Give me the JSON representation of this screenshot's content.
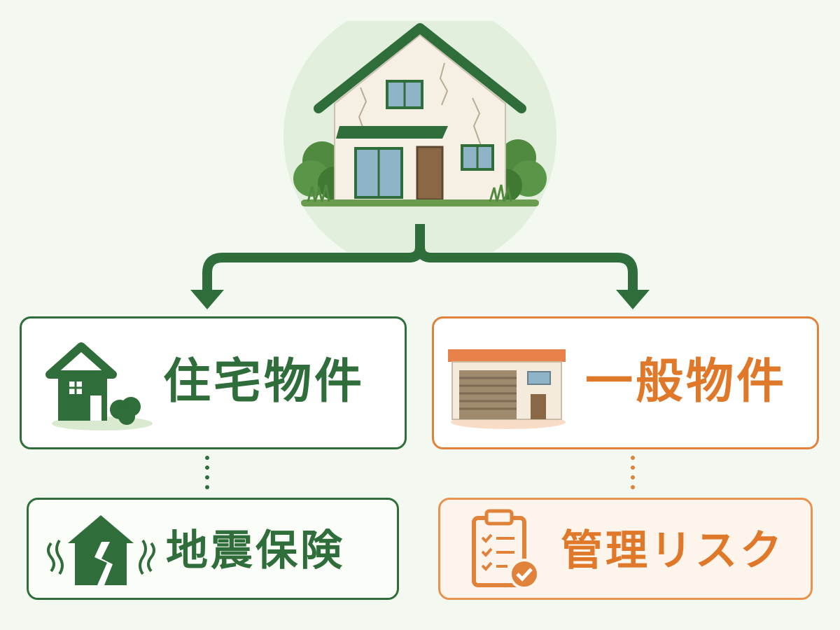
{
  "diagram": {
    "root": {
      "icon": "house-icon"
    },
    "branches": [
      {
        "label": "住宅物件",
        "icon": "residential-house-icon",
        "color": "#2f6d3a",
        "child": {
          "label": "地震保険",
          "icon": "earthquake-house-icon"
        }
      },
      {
        "label": "一般物件",
        "icon": "garage-building-icon",
        "color": "#e0782a",
        "child": {
          "label": "管理リスク",
          "icon": "clipboard-check-icon"
        }
      }
    ]
  }
}
